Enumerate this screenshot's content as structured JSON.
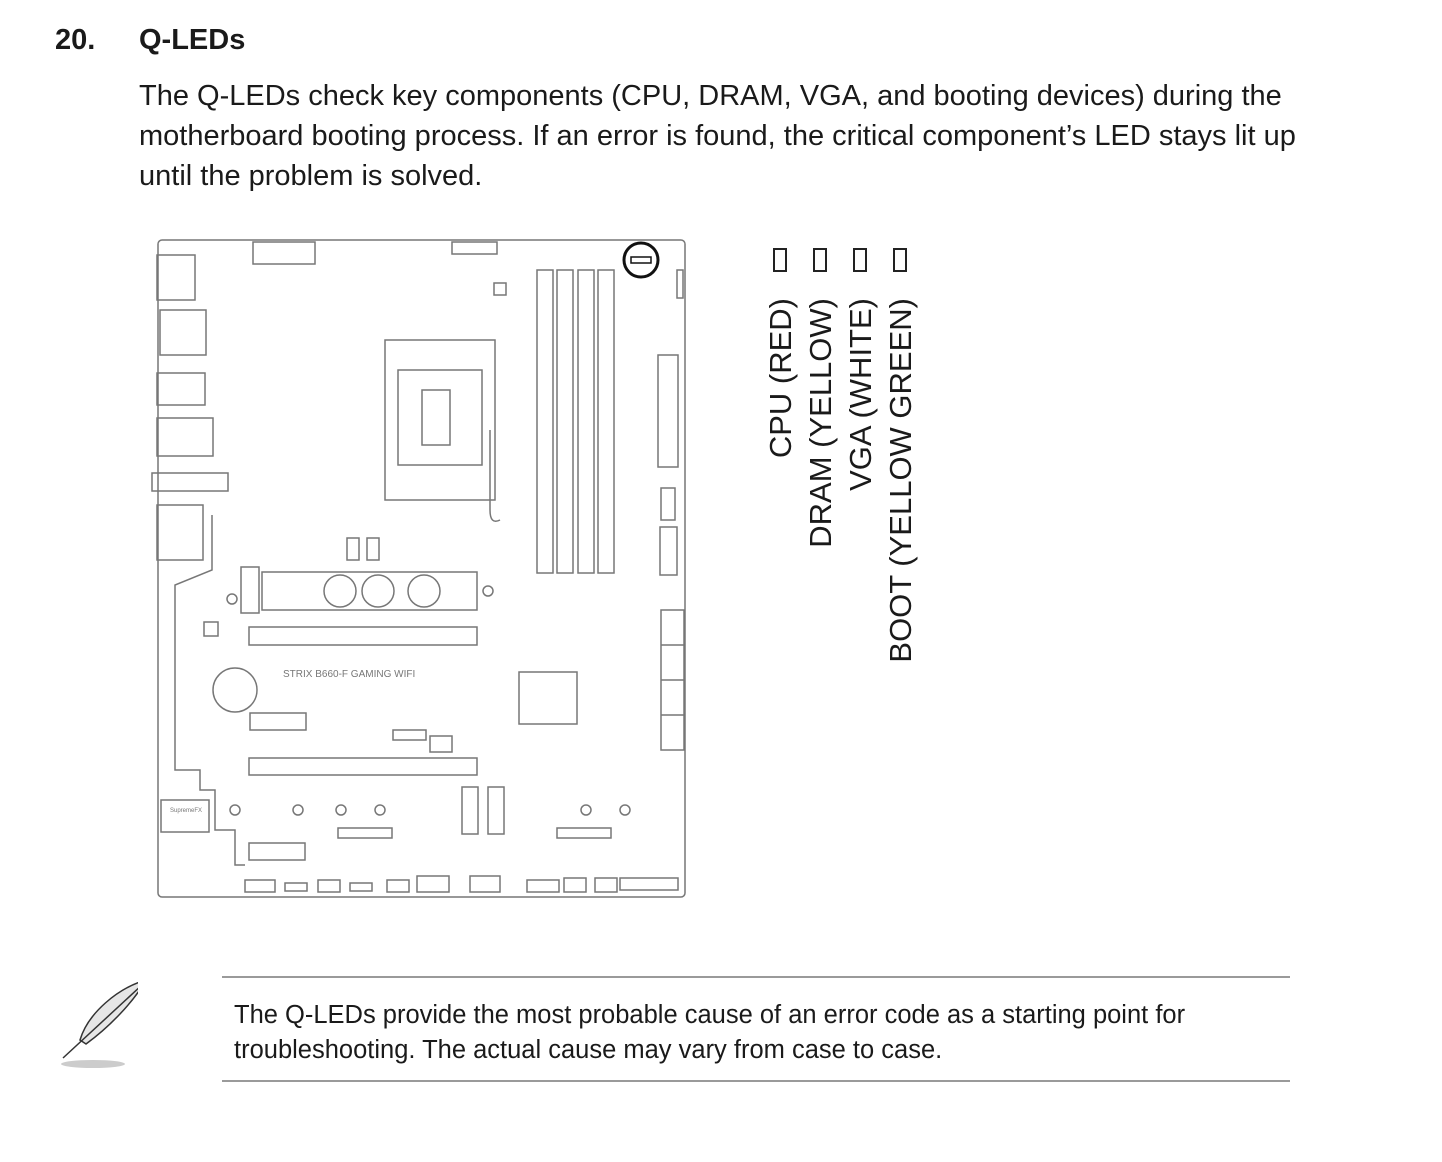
{
  "section": {
    "number": "20.",
    "title": "Q-LEDs",
    "body": "The Q-LEDs check key components (CPU, DRAM, VGA, and booting devices) during the motherboard booting process. If an error is found, the critical component’s LED stays lit up until the problem is solved."
  },
  "diagram": {
    "board_model": "STRIX B660-F GAMING WIFI",
    "audio_label": "SupremeFX"
  },
  "leds": [
    {
      "label": "CPU (RED)"
    },
    {
      "label": "DRAM (YELLOW)"
    },
    {
      "label": "VGA (WHITE)"
    },
    {
      "label": "BOOT (YELLOW GREEN)"
    }
  ],
  "note": {
    "icon": "quill-pen-icon",
    "text": "The Q-LEDs provide the most probable cause of an error code as a starting point for troubleshooting. The actual cause may vary from case to case."
  }
}
